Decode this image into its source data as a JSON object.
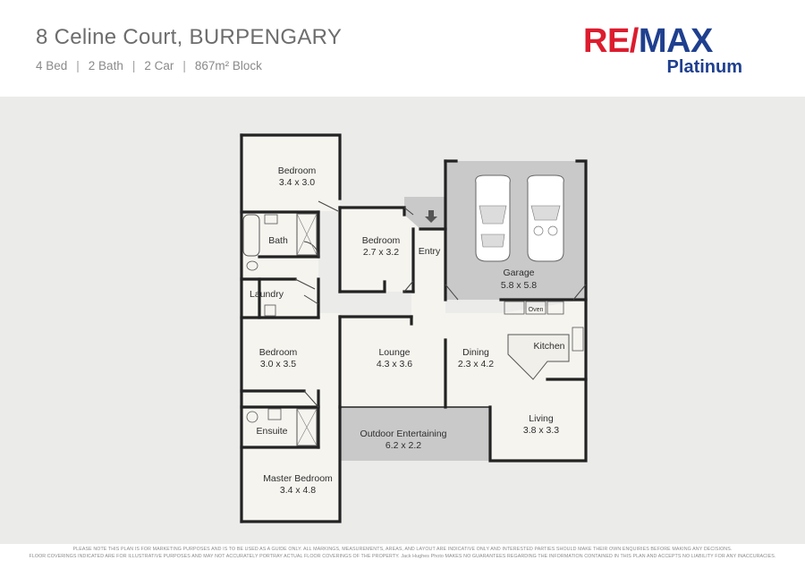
{
  "header": {
    "title": "8 Celine Court, BURPENGARY",
    "specs": [
      "4 Bed",
      "2 Bath",
      "2 Car",
      "867m² Block"
    ],
    "separator": "|"
  },
  "logo": {
    "line1_r": "RE",
    "line1_slash": "/",
    "line1_x": "MAX",
    "line2": "Platinum",
    "colors": {
      "red": "#dc1c2e",
      "blue": "#1f3f8f"
    }
  },
  "rooms": {
    "bedroom1": {
      "name": "Bedroom",
      "size": "3.4 x 3.0"
    },
    "bath": {
      "name": "Bath"
    },
    "laundry": {
      "name": "Laundry"
    },
    "bedroom2": {
      "name": "Bedroom",
      "size": "2.7 x 3.2"
    },
    "entry": {
      "name": "Entry"
    },
    "garage": {
      "name": "Garage",
      "size": "5.8 x 5.8"
    },
    "oven": {
      "name": "Oven"
    },
    "kitchen": {
      "name": "Kitchen"
    },
    "bedroom3": {
      "name": "Bedroom",
      "size": "3.0 x 3.5"
    },
    "lounge": {
      "name": "Lounge",
      "size": "4.3 x 3.6"
    },
    "dining": {
      "name": "Dining",
      "size": "2.3 x 4.2"
    },
    "living": {
      "name": "Living",
      "size": "3.8 x 3.3"
    },
    "ensuite": {
      "name": "Ensuite"
    },
    "outdoor": {
      "name": "Outdoor Entertaining",
      "size": "6.2 x 2.2"
    },
    "master": {
      "name": "Master Bedroom",
      "size": "3.4 x 4.8"
    }
  },
  "disclaimer": {
    "line1": "PLEASE NOTE THIS PLAN IS FOR MARKETING PURPOSES AND IS TO BE USED AS A GUIDE ONLY.  ALL MARKINGS, MEASUREMENTS, AREAS, AND LAYOUT ARE INDICATIVE ONLY AND INTERESTED PARTIES SHOULD MAKE THEIR OWN ENQUIRIES BEFORE MAKING ANY DECISIONS.",
    "line2": "FLOOR COVERINGS INDICATED ARE FOR ILLUSTRATIVE PURPOSES AND MAY NOT ACCURATELY PORTRAY ACTUAL FLOOR COVERINGS OF THE PROPERTY.  Jack Hughes Photo MAKES NO GUARANTEES REGARDING THE INFORMATION CONTAINED IN THIS PLAN AND ACCEPTS NO LIABILITY FOR ANY INACCURACIES."
  }
}
